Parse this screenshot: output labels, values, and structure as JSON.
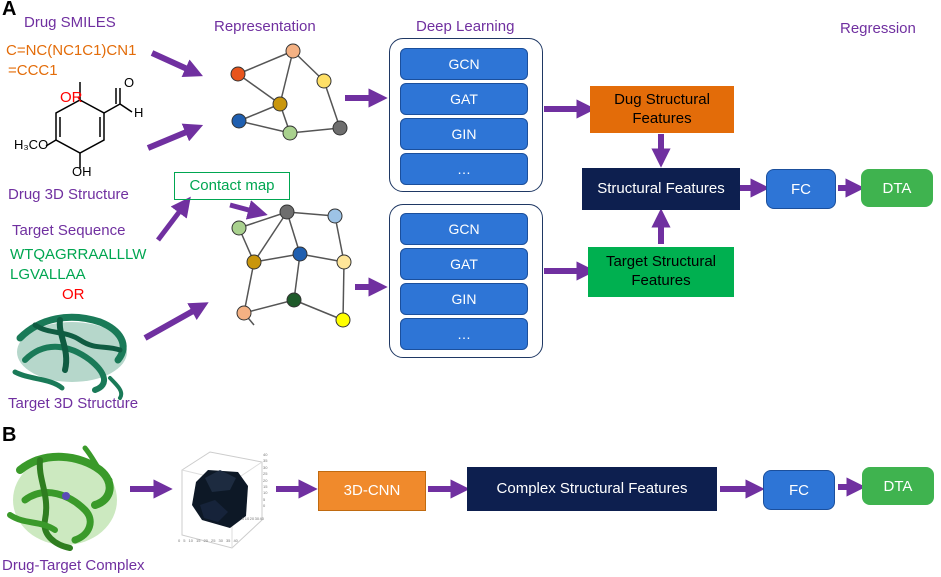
{
  "panel_a": {
    "letter": "A",
    "drug_smiles_label": "Drug SMILES",
    "drug_smiles_line1": "C=NC(NC1C1)CN1",
    "drug_smiles_line2": "=CCC1",
    "or1": "OR",
    "drug_3d_label": "Drug 3D Structure",
    "molecule_h": "H",
    "molecule_o": "O",
    "molecule_h3co": "H₃CO",
    "molecule_oh": "OH",
    "contact_map": "Contact map",
    "target_seq_label": "Target Sequence",
    "target_seq_line1": "WTQAGRRAALLLW",
    "target_seq_line2": "LGVALLAA",
    "or2": "OR",
    "target_3d_label": "Target 3D Structure",
    "col_representation": "Representation",
    "col_deep_learning": "Deep Learning",
    "col_regression": "Regression",
    "dl_top": [
      "GCN",
      "GAT",
      "GIN",
      "…"
    ],
    "dl_bottom": [
      "GCN",
      "GAT",
      "GIN",
      "…"
    ],
    "drug_features": "Dug Structural Features",
    "target_features": "Target Structural Features",
    "structural_features": "Structural Features",
    "fc": "FC",
    "dta": "DTA"
  },
  "panel_b": {
    "letter": "B",
    "complex_label": "Drug-Target Complex",
    "cnn": "3D-CNN",
    "complex_features": "Complex Structural Features",
    "fc": "FC",
    "dta": "DTA",
    "plot_ticks_z": [
      "40",
      "35",
      "30",
      "25",
      "20",
      "15",
      "10",
      "5",
      "0"
    ],
    "plot_ticks_x": [
      "0",
      "5",
      "10",
      "15",
      "20",
      "25",
      "30",
      "35",
      "40"
    ],
    "plot_ticks_y": [
      "0",
      "10",
      "20",
      "30",
      "40"
    ]
  },
  "colors": {
    "purple": "#7030a0",
    "orange": "#e36c09",
    "green": "#00a651",
    "red": "#ff0000",
    "dl_blue": "#2e75d6",
    "navy": "#0d1f4f",
    "dta_green": "#3fb34f",
    "arrow": "#7030a0"
  }
}
